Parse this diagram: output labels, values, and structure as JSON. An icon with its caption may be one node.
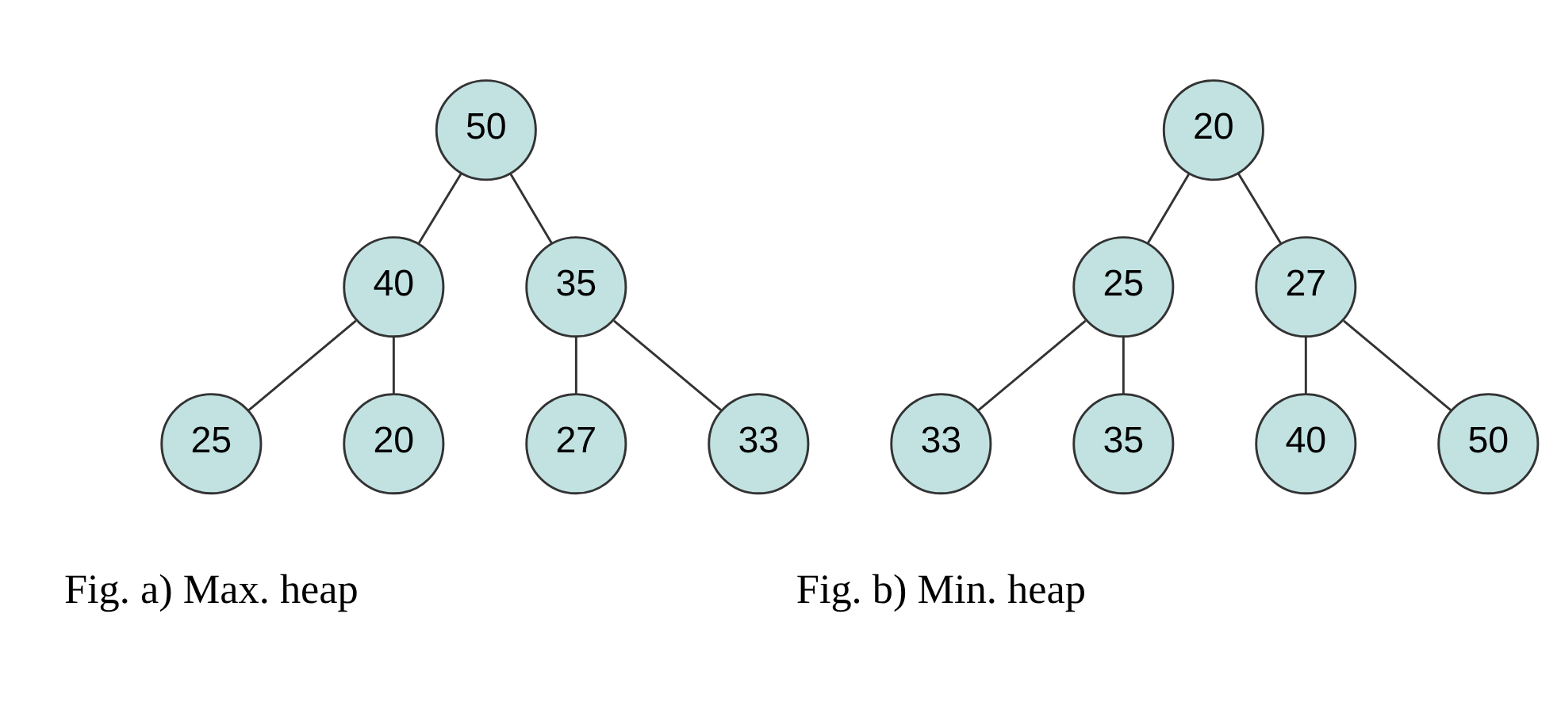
{
  "diagram": {
    "nodes": [
      {
        "text": [
          "50"
        ]
      },
      {
        "text": [
          "40"
        ]
      },
      {
        "text": [
          "35"
        ]
      },
      {
        "text": [
          "25"
        ]
      },
      {
        "text": [
          "20"
        ]
      },
      {
        "text": [
          "27"
        ]
      },
      {
        "text": [
          "33"
        ]
      },
      {
        "text": [
          "20"
        ]
      },
      {
        "text": [
          "25"
        ]
      },
      {
        "text": [
          "27"
        ]
      },
      {
        "text": [
          "33"
        ]
      },
      {
        "text": [
          "35"
        ]
      },
      {
        "text": [
          "40"
        ]
      },
      {
        "text": [
          "50"
        ]
      }
    ],
    "edges": [
      {
        "from": 0,
        "to": 1,
        "arrow": "none"
      },
      {
        "from": 0,
        "to": 2,
        "arrow": "none"
      },
      {
        "from": 1,
        "to": 3,
        "arrow": "none"
      },
      {
        "from": 1,
        "to": 4,
        "arrow": "none"
      },
      {
        "from": 2,
        "to": 5,
        "arrow": "none"
      },
      {
        "from": 2,
        "to": 6,
        "arrow": "none"
      },
      {
        "from": 7,
        "to": 8,
        "arrow": "none"
      },
      {
        "from": 7,
        "to": 9,
        "arrow": "none"
      },
      {
        "from": 8,
        "to": 10,
        "arrow": "none"
      },
      {
        "from": 8,
        "to": 11,
        "arrow": "none"
      },
      {
        "from": 9,
        "to": 12,
        "arrow": "none"
      },
      {
        "from": 9,
        "to": 13,
        "arrow": "none"
      }
    ],
    "labels": [
      "Fig. a) Max. heap",
      "Fig. b) Min. heap"
    ]
  }
}
